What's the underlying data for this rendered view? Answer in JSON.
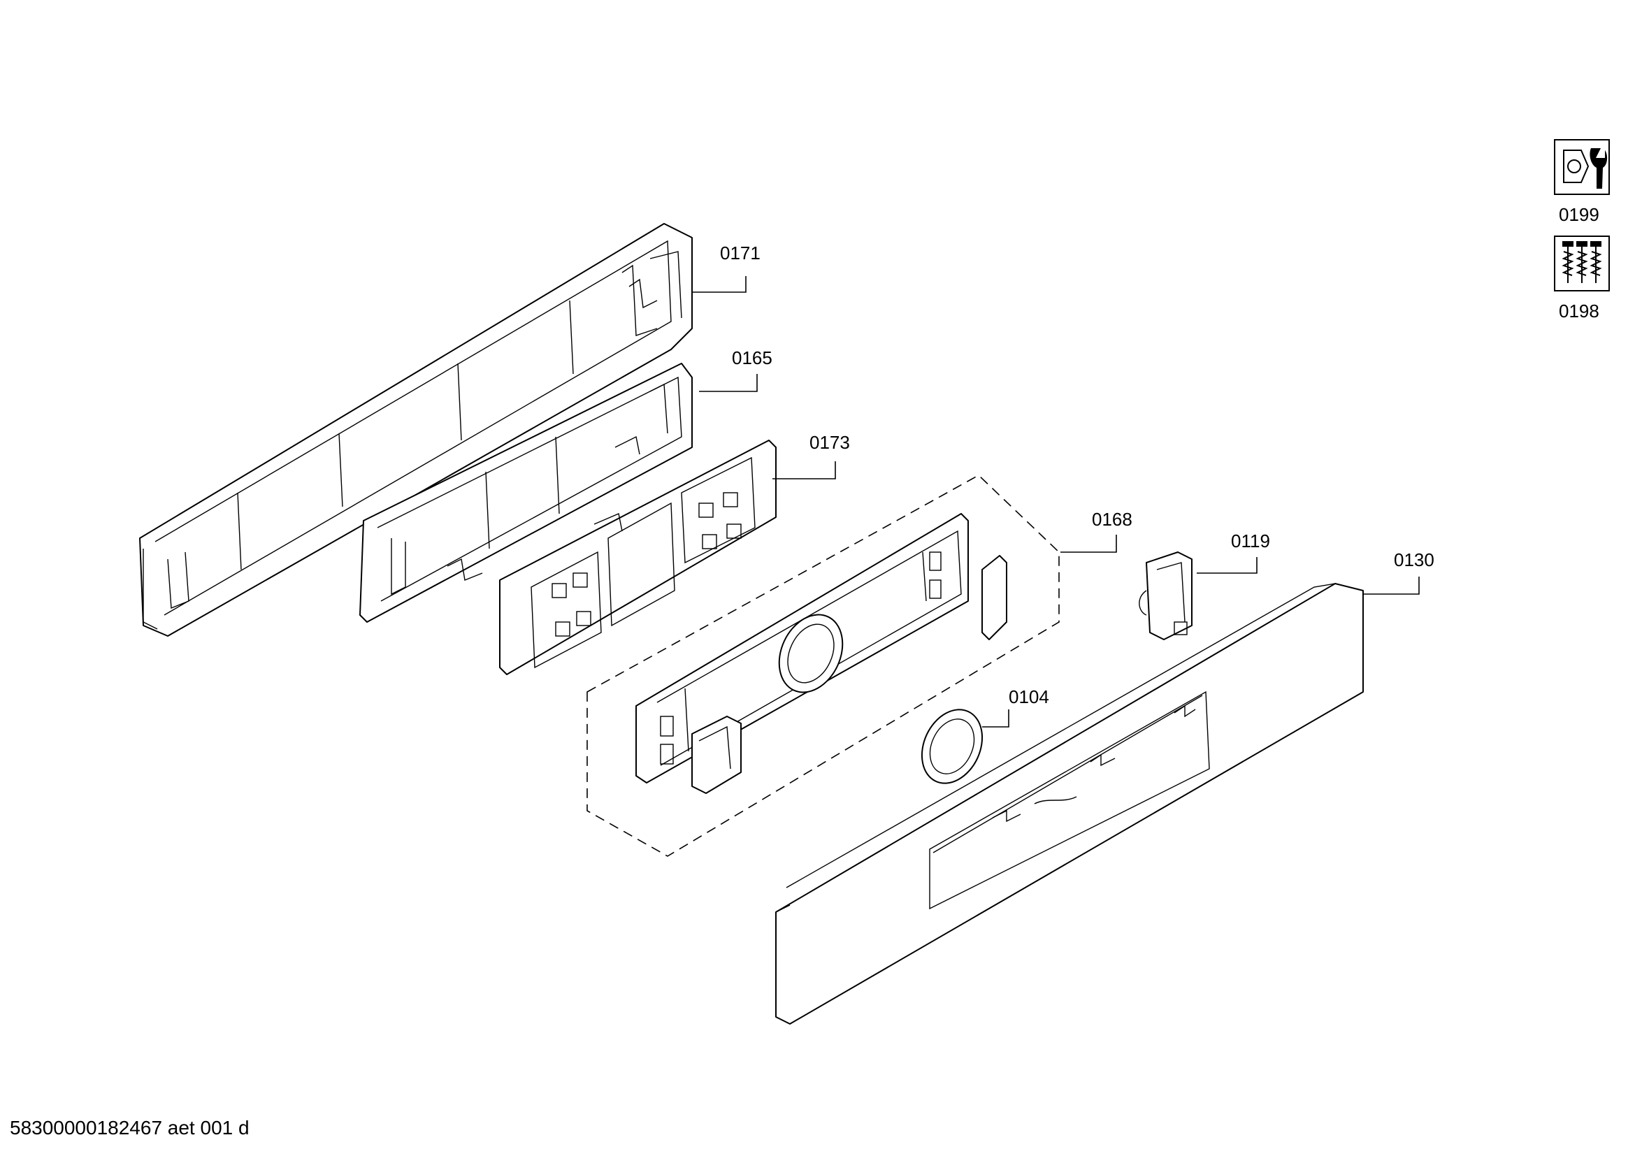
{
  "diagram": {
    "part_labels": {
      "p0171": "0171",
      "p0165": "0165",
      "p0173": "0173",
      "p0168": "0168",
      "p0119": "0119",
      "p0130": "0130",
      "p0104": "0104"
    },
    "tool_icons": [
      {
        "label": "0199",
        "icon": "nut-wrench-icon"
      },
      {
        "label": "0198",
        "icon": "screws-icon"
      }
    ]
  },
  "footer": {
    "document_id": "58300000182467 aet 001 d"
  }
}
